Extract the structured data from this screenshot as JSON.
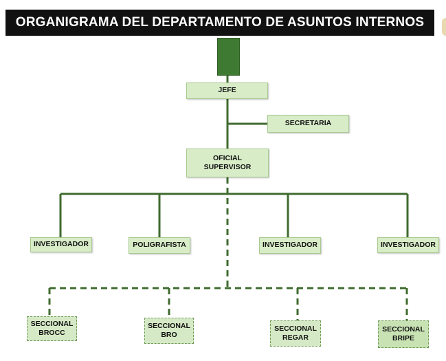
{
  "title": "ORGANIGRAMA DEL DEPARTAMENTO DE ASUNTOS INTERNOS",
  "nodes": {
    "jefe": "JEFE",
    "secretaria": "SECRETARIA",
    "oficial_supervisor": "OFICIAL\nSUPERVISOR",
    "investigador_1": "INVESTIGADOR",
    "poligrafista": "POLIGRAFISTA",
    "investigador_2": "INVESTIGADOR",
    "investigador_3": "INVESTIGADOR",
    "seccional_brocc": "SECCIONAL\nBROCC",
    "seccional_bro": "SECCIONAL\nBRO",
    "seccional_regar": "SECCIONAL\nREGAR",
    "seccional_bripe": "SECCIONAL\nBRIPE"
  },
  "colors": {
    "box_fill": "#d8ecc8",
    "box_border": "#a9c98f",
    "line": "#3f6b2f",
    "head_block": "#3f7a32",
    "title_bg": "#111111"
  }
}
